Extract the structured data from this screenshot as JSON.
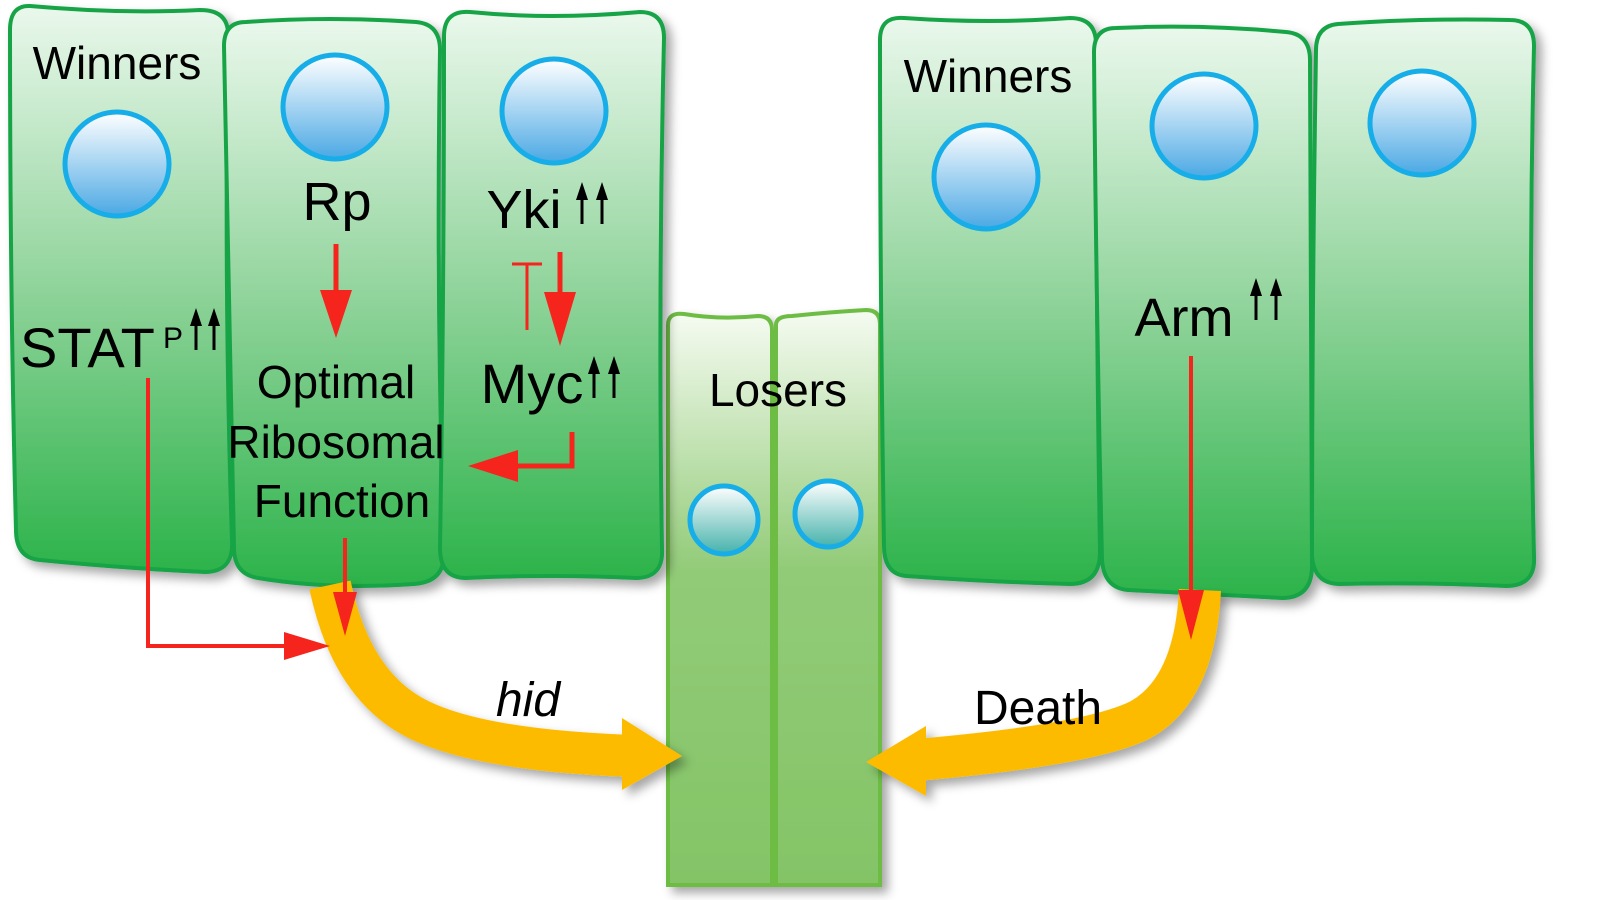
{
  "colors": {
    "cell_fill_top": "#e9f7eb",
    "cell_fill_bottom": "#2cb34a",
    "cell_stroke": "#17a447",
    "loser_fill_top": "#f3faef",
    "loser_fill_bottom": "#84c466",
    "loser_stroke": "#6dbd45",
    "nucleus_stroke": "#12ade8",
    "red_arrow": "#f5251d",
    "yellow_arrow": "#fdbb00"
  },
  "left_group": {
    "winners_label": "Winners",
    "cell1": {
      "main": "STAT",
      "superscript": "P"
    },
    "cell2": {
      "top": "Rp",
      "line1": "Optimal",
      "line2": "Ribosomal",
      "line3": "Function"
    },
    "cell3": {
      "top": "Yki",
      "bottom": "Myc"
    },
    "pathway_label": "hid"
  },
  "losers": {
    "label": "Losers"
  },
  "right_group": {
    "winners_label": "Winners",
    "cell2": {
      "main": "Arm"
    },
    "pathway_label": "Death"
  }
}
